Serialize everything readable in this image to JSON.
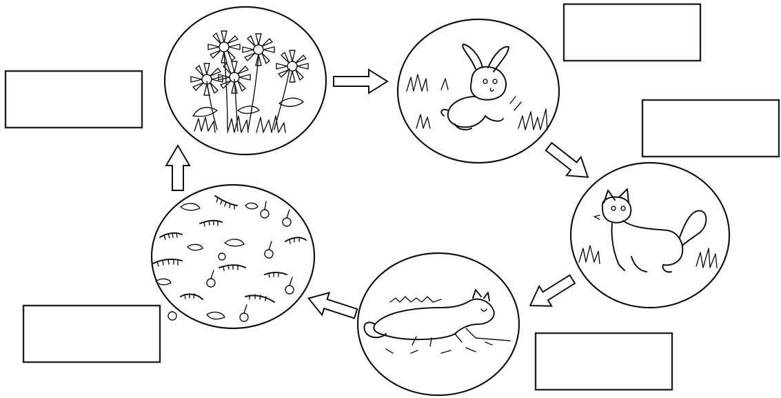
{
  "diagram": {
    "type": "cycle",
    "stages": [
      {
        "id": "plants",
        "subject": "flowers-and-grass"
      },
      {
        "id": "rabbit",
        "subject": "rabbit-in-grass"
      },
      {
        "id": "fox",
        "subject": "fox"
      },
      {
        "id": "dead-fox",
        "subject": "fox-lying-on-ground"
      },
      {
        "id": "decomposers",
        "subject": "worms-and-fungi"
      }
    ],
    "flow": [
      "plants",
      "rabbit",
      "fox",
      "dead-fox",
      "decomposers",
      "plants"
    ],
    "label_boxes": [
      {
        "for": "plants",
        "text": ""
      },
      {
        "for": "rabbit",
        "text": ""
      },
      {
        "for": "fox",
        "text": ""
      },
      {
        "for": "dead-fox",
        "text": ""
      },
      {
        "for": "decomposers",
        "text": ""
      }
    ],
    "colors": {
      "ink": "#111111",
      "paper": "#ffffff"
    }
  }
}
